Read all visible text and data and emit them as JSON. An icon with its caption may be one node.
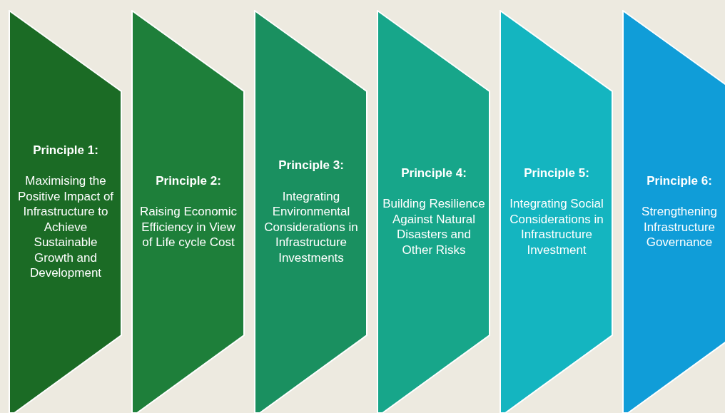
{
  "diagram": {
    "nodes": [
      {
        "text": [
          "Principle 1:",
          "Maximising the Positive Impact of Infrastructure to Achieve Sustainable Growth and Development"
        ]
      },
      {
        "text": [
          "Principle 2:",
          "Raising Economic Efficiency in View of Life cycle Cost"
        ]
      },
      {
        "text": [
          "Principle 3:",
          "Integrating Environmental Considerations in Infrastructure Investments"
        ]
      },
      {
        "text": [
          "Principle 4:",
          "Building Resilience Against Natural Disasters and Other Risks"
        ]
      },
      {
        "text": [
          "Principle 5:",
          "Integrating Social Considerations in Infrastructure Investment"
        ]
      },
      {
        "text": [
          "Principle 6:",
          "Strengthening Infrastructure Governance"
        ]
      }
    ],
    "edges": []
  }
}
